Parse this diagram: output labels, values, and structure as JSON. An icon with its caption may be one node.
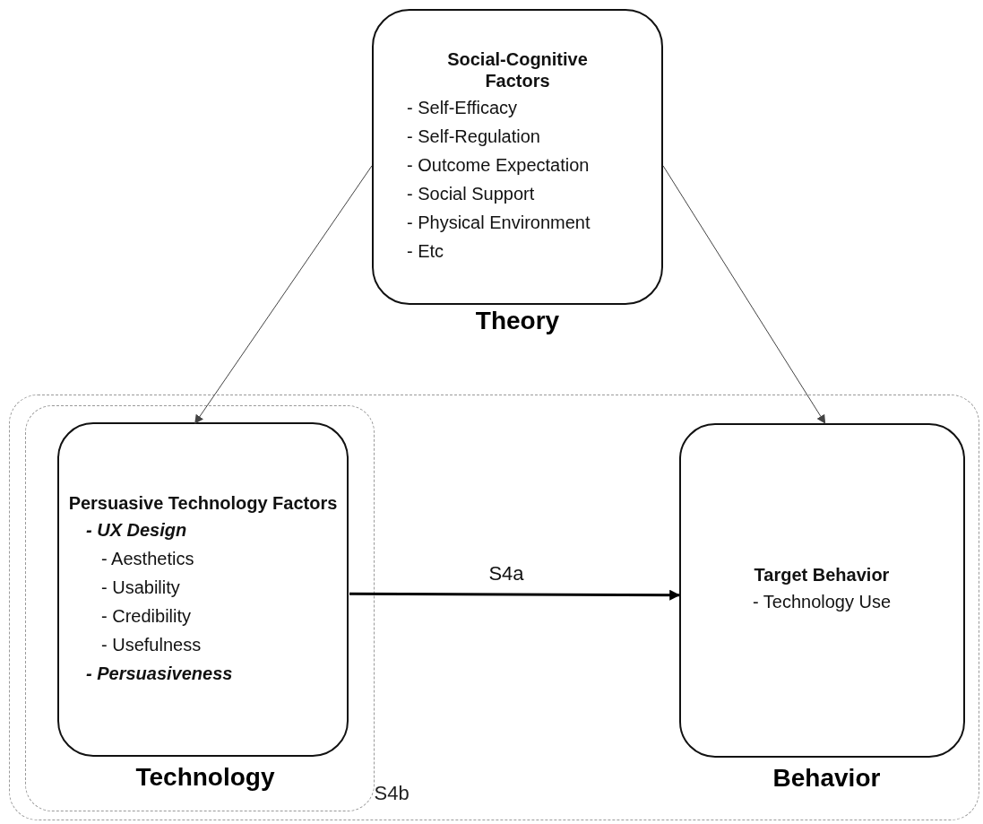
{
  "diagram": {
    "nodes": [
      {
        "text": [
          "Social-Cognitive Factors",
          "- Self-Efficacy",
          "- Self-Regulation",
          "- Outcome Expectation",
          "- Social Support",
          "- Physical Environment",
          "- Etc",
          "Theory"
        ]
      },
      {
        "text": [],
        "shape": "box"
      },
      {
        "text": [],
        "shape": "box",
        "in": 1,
        "beside": [
          "S4b"
        ]
      },
      {
        "text": [
          "Persuasive Technology Factors",
          "- UX Design",
          "- Aesthetics",
          "- Usability",
          "- Credibility",
          "- Usefulness",
          "- Persuasiveness",
          "Technology"
        ],
        "in": 2
      },
      {
        "text": [
          "Target Behavior",
          "- Technology Use",
          "Behavior"
        ],
        "in": 1
      }
    ],
    "edges": [
      {
        "from": 0,
        "to": 3,
        "arrow": "to"
      },
      {
        "from": 0,
        "to": 4,
        "arrow": "to"
      },
      {
        "from": 3,
        "to": 4,
        "arrow": "to",
        "label": "S4a",
        "style": "thick"
      }
    ]
  }
}
